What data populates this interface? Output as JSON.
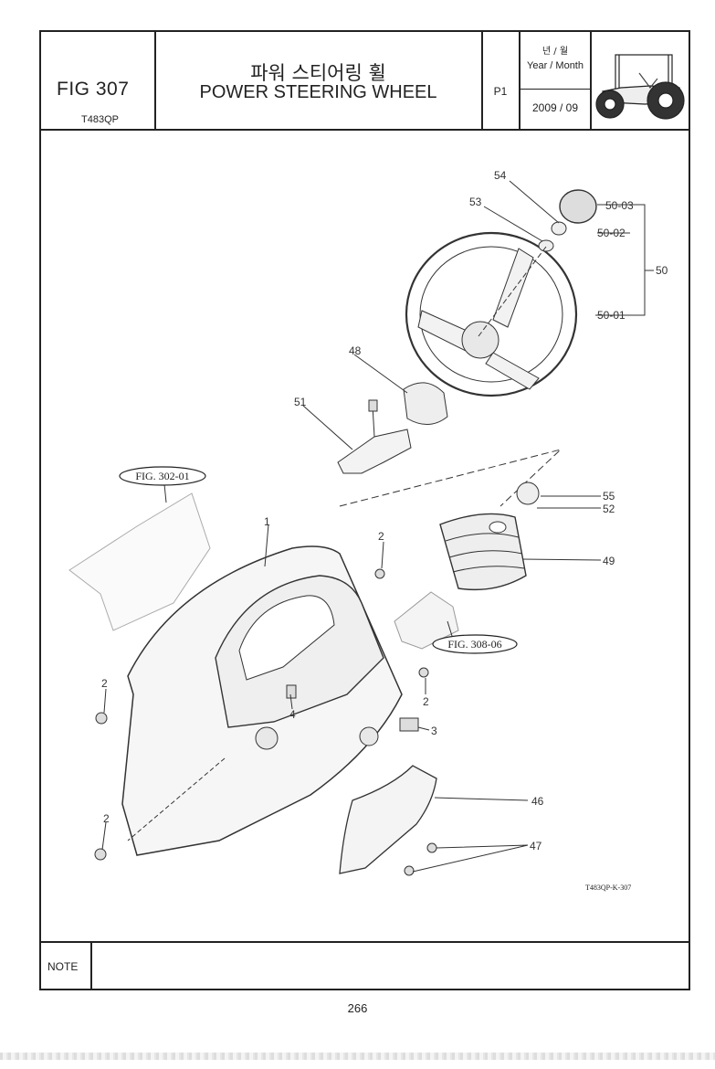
{
  "header": {
    "fig_no": "FIG 307",
    "model": "T483QP",
    "title_ko": "파워 스티어링 휠",
    "title_en": "POWER STEERING WHEEL",
    "page_code": "P1",
    "year_month_ko": "년 / 월",
    "year_month_en": "Year / Month",
    "date": "2009  / 09"
  },
  "drawing": {
    "parts": {
      "p54": "54",
      "p53": "53",
      "p50_03": "50-03",
      "p50_02": "50-02",
      "p50": "50",
      "p50_01": "50-01",
      "p48": "48",
      "p51": "51",
      "p55": "55",
      "p52": "52",
      "p49": "49",
      "p1": "1",
      "p2a": "2",
      "p2b": "2",
      "p2c": "2",
      "p2d": "2",
      "p4": "4",
      "p3": "3",
      "p46": "46",
      "p47": "47"
    },
    "refs": {
      "fig_302": "FIG. 302-01",
      "fig_308": "FIG. 308-06"
    },
    "drawing_code": "T483QP-K-307"
  },
  "footer": {
    "note_label": "NOTE",
    "page_number": "266"
  }
}
